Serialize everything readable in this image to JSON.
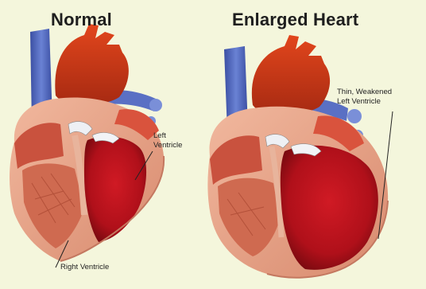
{
  "titles": {
    "normal": "Normal",
    "enlarged": "Enlarged Heart"
  },
  "labels": {
    "left_ventricle_line1": "Left",
    "left_ventricle_line2": "Ventricle",
    "thin_weakened_line1": "Thin, Weakened",
    "thin_weakened_line2": "Left Ventricle",
    "right_ventricle": "Right Ventricle"
  },
  "colors": {
    "background": "#f4f6dc",
    "vessel_blue": "#4a63b8",
    "aorta_red": "#c8321a",
    "muscle_pink": "#e7a48a",
    "chamber_red": "#b5101c"
  }
}
